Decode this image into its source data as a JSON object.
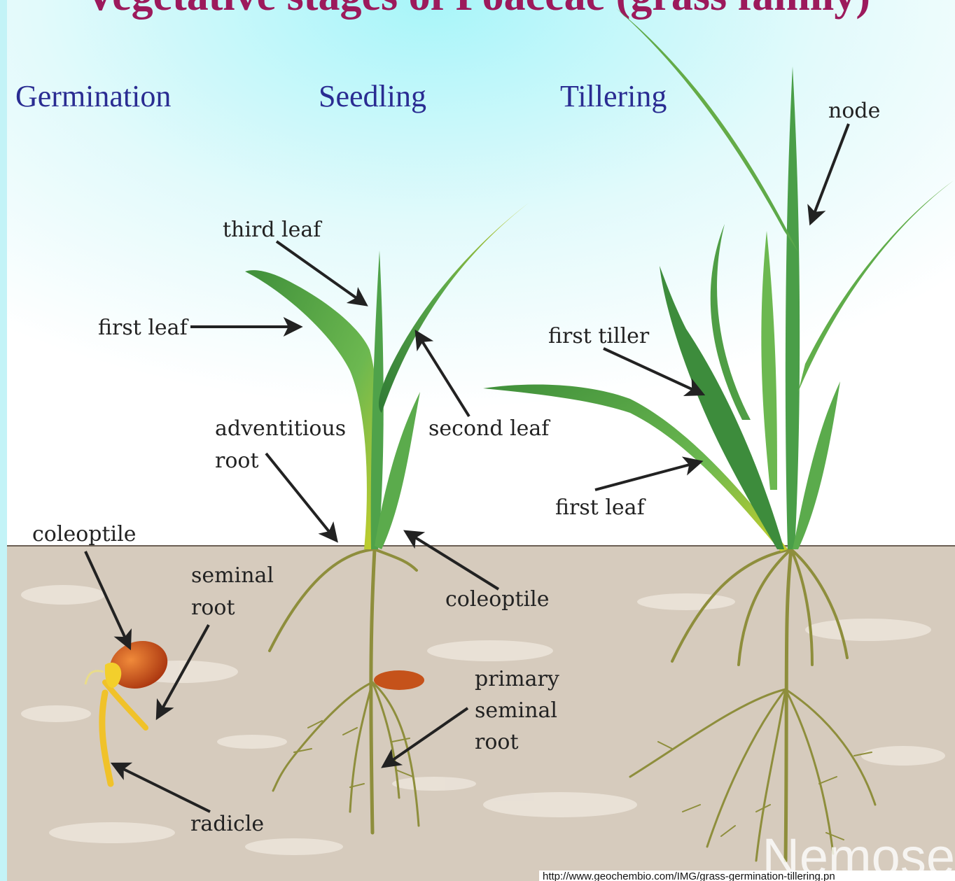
{
  "title": "Vegetative stages of Poaceae (grass family)",
  "stages": {
    "germination": "Germination",
    "seedling": "Seedling",
    "tillering": "Tillering"
  },
  "labels": {
    "third_leaf": "third leaf",
    "first_leaf_seedling": "first leaf",
    "second_leaf": "second leaf",
    "adventitious_root_line1": "adventitious",
    "adventitious_root_line2": "root",
    "coleoptile_germination": "coleoptile",
    "coleoptile_seedling": "coleoptile",
    "seminal_root_line1": "seminal",
    "seminal_root_line2": "root",
    "primary_seminal_root_line1": "primary",
    "primary_seminal_root_line2": "seminal",
    "primary_seminal_root_line3": "root",
    "radicle": "radicle",
    "node": "node",
    "first_tiller": "first tiller",
    "first_leaf_tillering": "first leaf"
  },
  "watermark": "Nemose",
  "source_url": "http://www.geochembio.com/IMG/grass-germination-tillering.pn",
  "colors": {
    "sky": "#b6f4f8",
    "soil": "#d6cbbd",
    "title": "#9c1a5c",
    "stage_label": "#2a2c92",
    "leaf": "#5aa84a",
    "root": "#8e8e3c",
    "seed": "#c8501a"
  }
}
